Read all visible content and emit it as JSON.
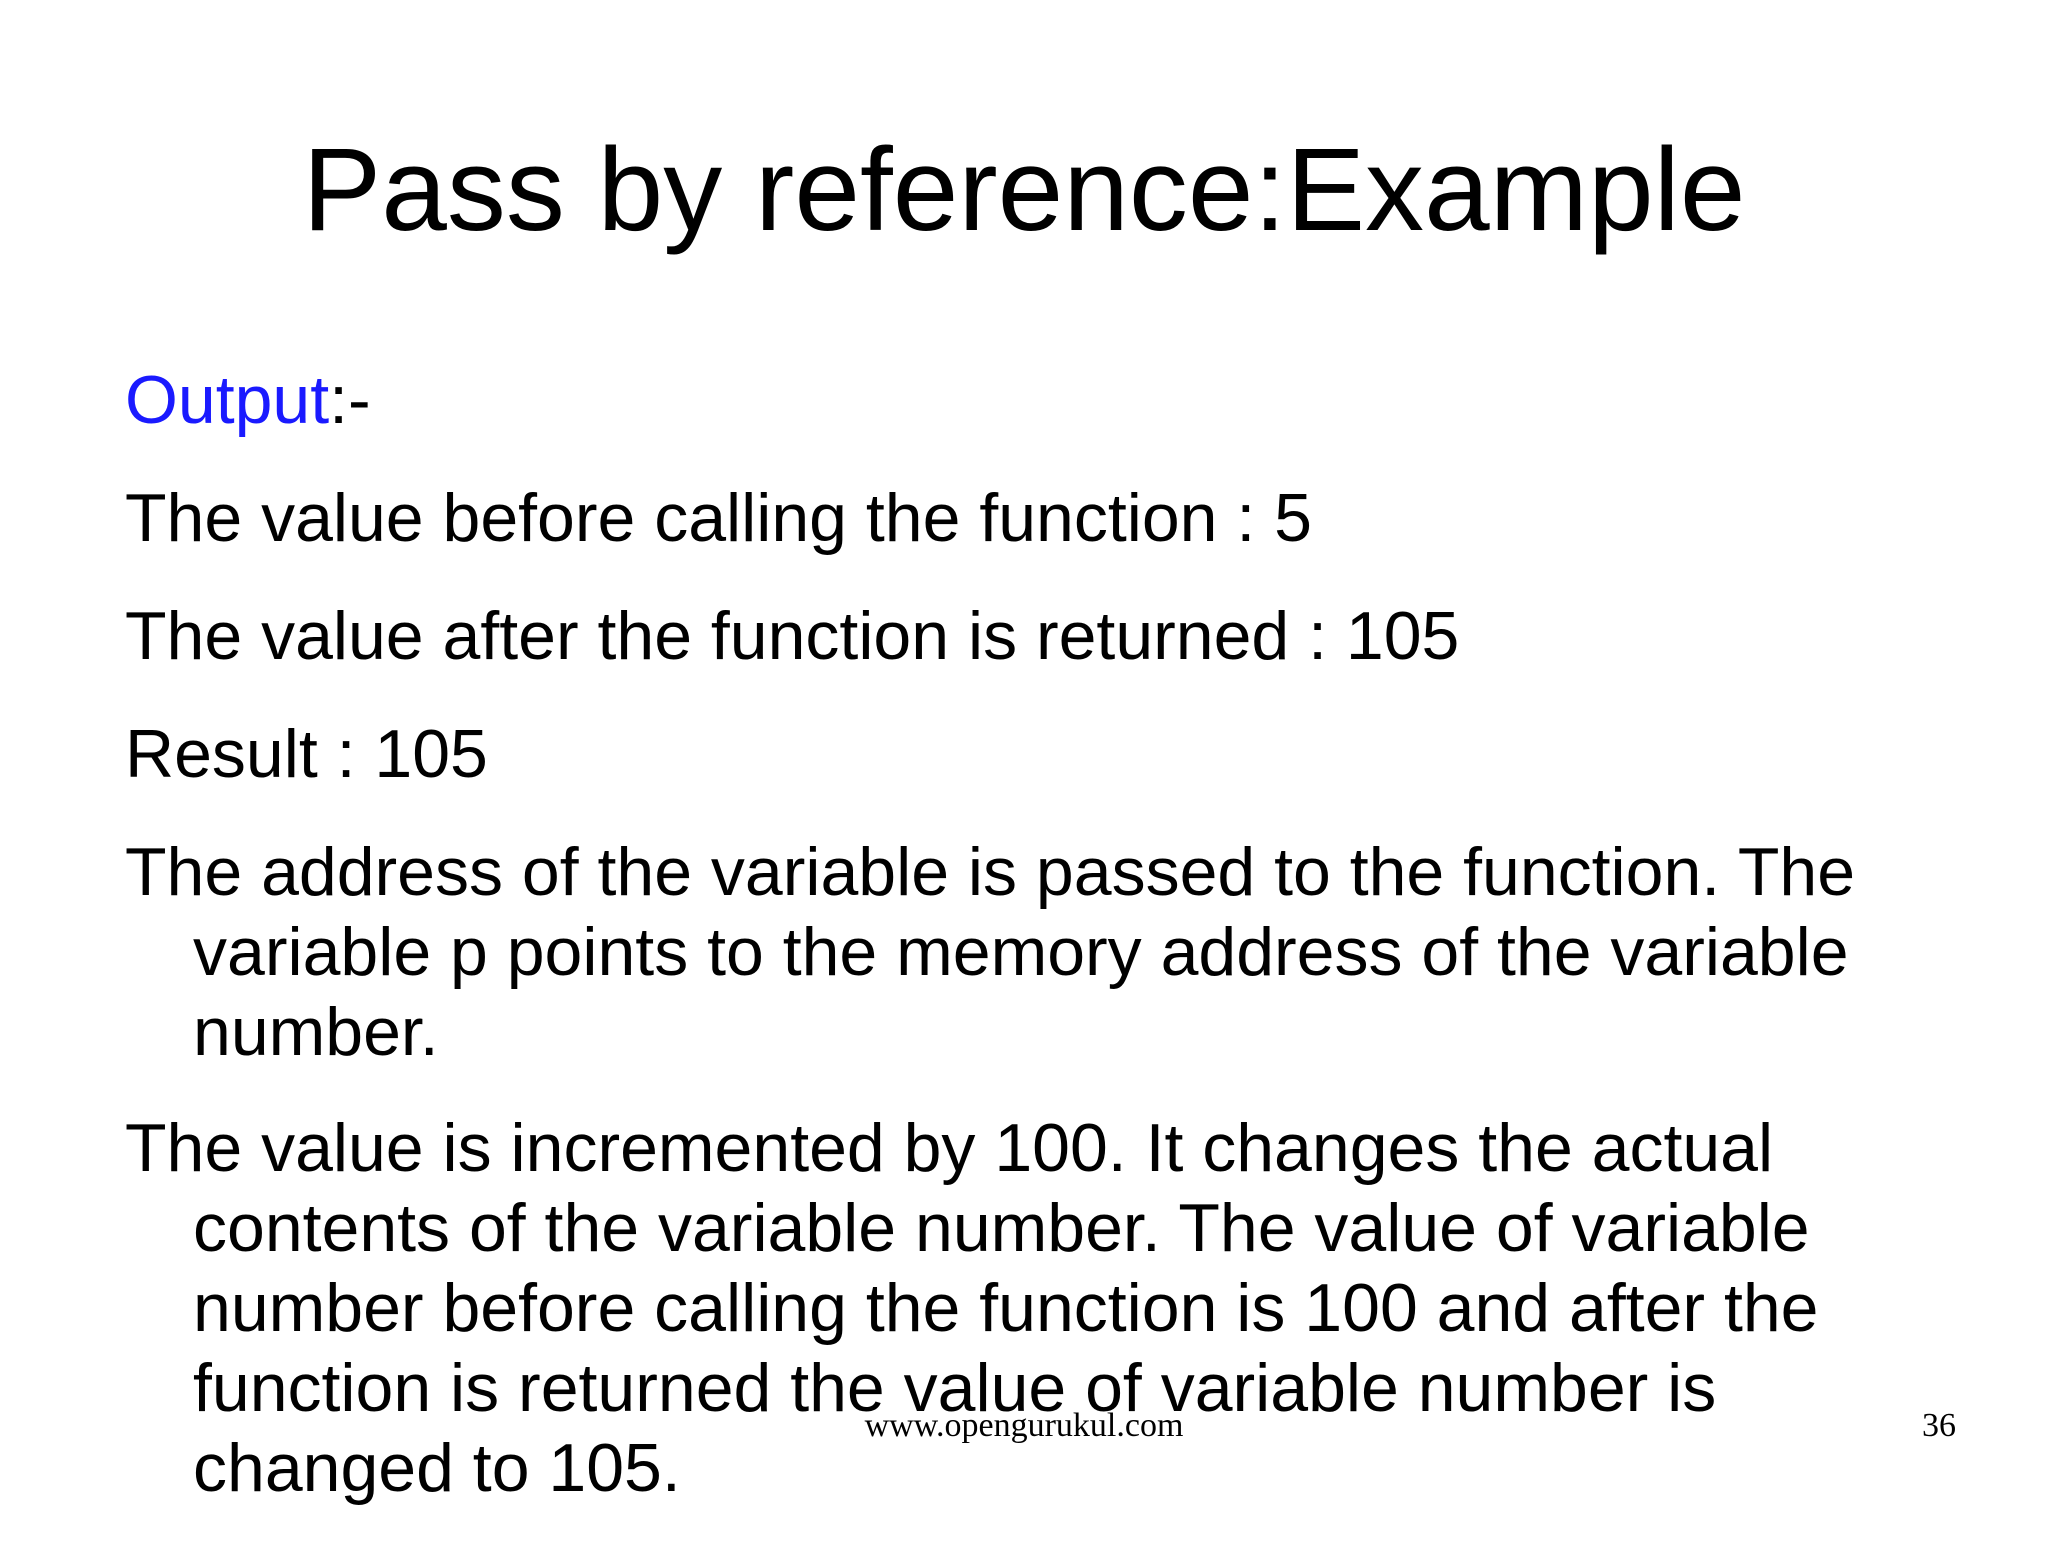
{
  "slide": {
    "title": "Pass by reference:Example",
    "output_keyword": "Output",
    "output_suffix": ":-",
    "lines": [
      "The value before calling the function : 5",
      "The value after the function is returned : 105",
      "Result : 105",
      "The address of the variable is passed to the function. The variable p points to the memory address of the variable number.",
      "The value is incremented by 100. It changes the actual contents of the variable number. The value of variable number before calling the function is 100 and after the function is returned the value of variable number is changed to 105."
    ],
    "footer_url": "www.opengurukul.com",
    "page_number": "36"
  },
  "colors": {
    "keyword": "#1a1aff",
    "text": "#000000",
    "background": "#ffffff"
  }
}
